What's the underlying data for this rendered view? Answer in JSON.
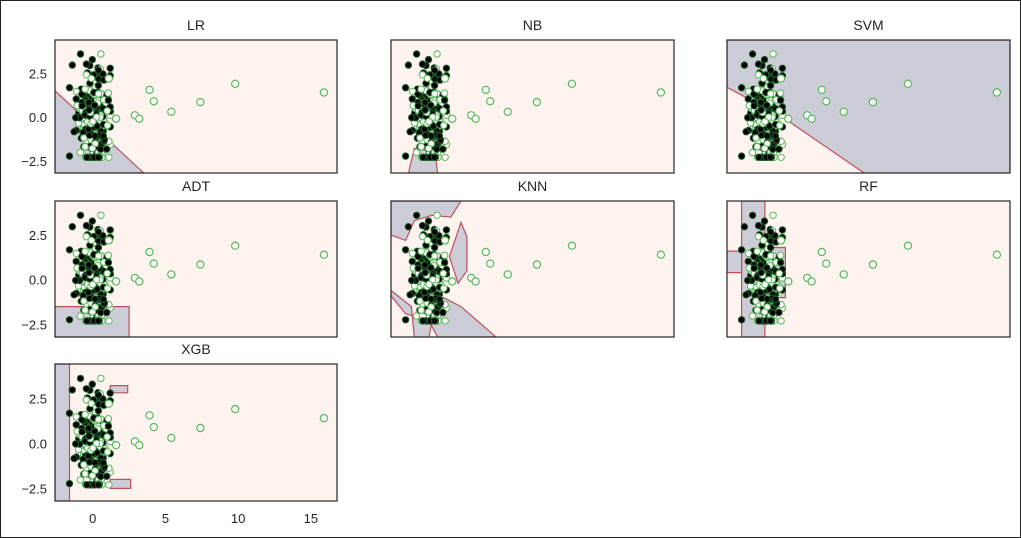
{
  "colors": {
    "region_a": "#fdf4ef",
    "region_b": "#cccdd6",
    "boundary": "#c0505f",
    "class0_face": "#000000",
    "class0_edge": "#1f5f2a",
    "class1_face": "#ffffff",
    "class1_edge": "#5ab75a",
    "axes_edge": "#262626"
  },
  "chart_data": [
    {
      "type": "scatter",
      "title": "LR",
      "xlim": [
        -2.6,
        16.8
      ],
      "ylim": [
        -3.2,
        4.4
      ],
      "yticks": [
        2.5,
        0.0,
        -2.5
      ],
      "ytick_labels": [
        "2.5",
        "0.0",
        "−2.5"
      ],
      "region_b": [
        [
          -2.6,
          -3.2
        ],
        [
          -2.6,
          1.5
        ],
        [
          3.5,
          -3.2
        ]
      ],
      "grid": false
    },
    {
      "type": "scatter",
      "title": "NB",
      "xlim": [
        -2.6,
        16.8
      ],
      "ylim": [
        -3.2,
        4.4
      ],
      "region_b": [
        [
          -1.4,
          -3.2
        ],
        [
          -1.0,
          -1.8
        ],
        [
          0.0,
          -1.9
        ],
        [
          0.3,
          -1.3
        ],
        [
          0.6,
          -3.2
        ]
      ],
      "grid": false
    },
    {
      "type": "scatter",
      "title": "SVM",
      "xlim": [
        -2.6,
        16.8
      ],
      "ylim": [
        -3.2,
        4.4
      ],
      "region_b": [
        [
          -2.6,
          4.4
        ],
        [
          -2.6,
          1.7
        ],
        [
          1.2,
          0.0
        ],
        [
          6.8,
          -3.2
        ],
        [
          16.8,
          -3.2
        ],
        [
          16.8,
          4.4
        ]
      ],
      "grid": false
    },
    {
      "type": "scatter",
      "title": "ADT",
      "xlim": [
        -2.6,
        16.8
      ],
      "ylim": [
        -3.2,
        4.4
      ],
      "yticks": [
        2.5,
        0.0,
        -2.5
      ],
      "ytick_labels": [
        "2.5",
        "0.0",
        "−2.5"
      ],
      "region_b": [
        [
          -2.6,
          -3.2
        ],
        [
          -2.6,
          -1.5
        ],
        [
          2.5,
          -1.5
        ],
        [
          2.5,
          -3.2
        ]
      ],
      "grid": false
    },
    {
      "type": "scatter",
      "title": "KNN",
      "xlim": [
        -2.6,
        16.8
      ],
      "ylim": [
        -3.2,
        4.4
      ],
      "region_b": [
        [
          -2.6,
          4.4
        ],
        [
          -2.6,
          2.5
        ],
        [
          -1.6,
          2.2
        ],
        [
          -1.0,
          3.3
        ],
        [
          0.2,
          3.6
        ],
        [
          1.5,
          3.5
        ],
        [
          2.2,
          4.4
        ]
      ],
      "region_b2": [
        [
          1.4,
          1.3
        ],
        [
          2.2,
          3.2
        ],
        [
          2.6,
          2.4
        ],
        [
          2.6,
          0.5
        ],
        [
          2.0,
          -0.2
        ]
      ],
      "region_b3": [
        [
          -2.6,
          -0.6
        ],
        [
          -1.2,
          -1.5
        ],
        [
          -1.0,
          -3.2
        ],
        [
          0.0,
          -3.2
        ],
        [
          0.3,
          -2.0
        ],
        [
          1.0,
          -1.0
        ],
        [
          2.2,
          -1.5
        ],
        [
          4.6,
          -3.2
        ],
        [
          0.6,
          -3.2
        ],
        [
          0.0,
          -2.3
        ],
        [
          -1.6,
          -1.9
        ],
        [
          -2.6,
          -0.9
        ]
      ],
      "grid": false
    },
    {
      "type": "scatter",
      "title": "RF",
      "xlim": [
        -2.6,
        16.8
      ],
      "ylim": [
        -3.2,
        4.4
      ],
      "region_b": [
        [
          -1.6,
          4.4
        ],
        [
          -1.6,
          -3.2
        ],
        [
          0.0,
          -3.2
        ],
        [
          0.0,
          4.4
        ]
      ],
      "region_b2": [
        [
          -2.6,
          1.6
        ],
        [
          -1.6,
          1.6
        ],
        [
          -1.6,
          0.4
        ],
        [
          -2.6,
          0.4
        ]
      ],
      "region_b3": [
        [
          0.0,
          1.8
        ],
        [
          1.4,
          1.8
        ],
        [
          1.4,
          -1.0
        ],
        [
          0.0,
          -1.0
        ]
      ],
      "grid": false
    },
    {
      "type": "scatter",
      "title": "XGB",
      "xlim": [
        -2.6,
        16.8
      ],
      "ylim": [
        -3.2,
        4.4
      ],
      "yticks": [
        2.5,
        0.0,
        -2.5
      ],
      "ytick_labels": [
        "2.5",
        "0.0",
        "−2.5"
      ],
      "xticks": [
        0,
        5,
        10,
        15
      ],
      "xtick_labels": [
        "0",
        "5",
        "10",
        "15"
      ],
      "region_b": [
        [
          -2.6,
          4.4
        ],
        [
          -2.6,
          -3.2
        ],
        [
          -1.6,
          -3.2
        ],
        [
          -1.6,
          4.4
        ]
      ],
      "region_b2": [
        [
          1.2,
          3.2
        ],
        [
          2.4,
          3.2
        ],
        [
          2.4,
          2.8
        ],
        [
          1.2,
          2.8
        ]
      ],
      "region_b3": [
        [
          1.2,
          -2.0
        ],
        [
          2.6,
          -2.0
        ],
        [
          2.6,
          -2.5
        ],
        [
          1.2,
          -2.5
        ]
      ],
      "grid": false
    }
  ],
  "scatter_points": {
    "class1_outliers": [
      [
        3.9,
        1.55
      ],
      [
        4.2,
        0.9
      ],
      [
        5.4,
        0.3
      ],
      [
        7.4,
        0.85
      ],
      [
        9.8,
        1.9
      ],
      [
        15.9,
        1.4
      ],
      [
        2.9,
        0.1
      ],
      [
        3.2,
        -0.1
      ],
      [
        1.1,
        2.2
      ],
      [
        1.6,
        -0.1
      ]
    ],
    "cluster_center": [
      0.0,
      0.0
    ],
    "cluster_spread": [
      0.55,
      1.45
    ]
  }
}
